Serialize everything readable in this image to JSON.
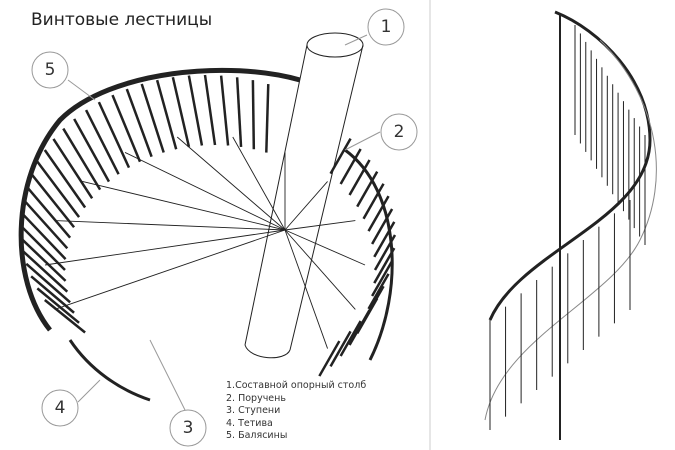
{
  "title": "Винтовые лестницы",
  "callouts": [
    "1",
    "2",
    "3",
    "4",
    "5"
  ],
  "legend": [
    "1.Составной опорный столб",
    "2. Поручень",
    "3. Ступени",
    "4. Тетива",
    "5. Балясины"
  ],
  "colors": {
    "line": "#222222",
    "callout": "#999999"
  }
}
